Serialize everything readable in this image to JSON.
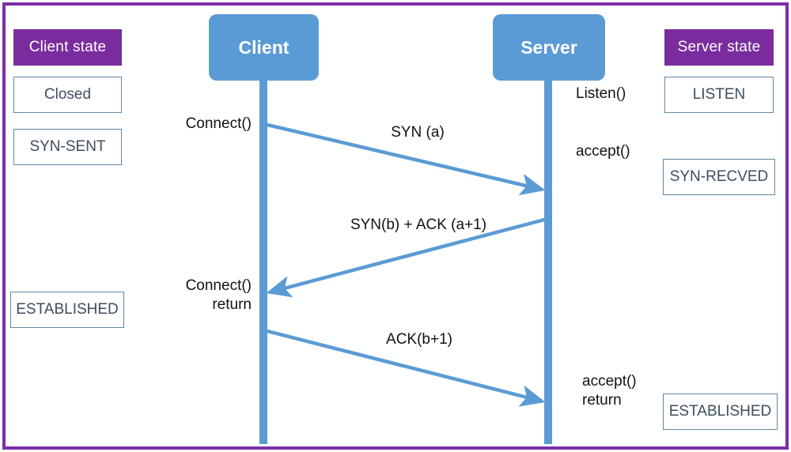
{
  "diagram": {
    "title": "TCP three-way handshake sequence diagram",
    "frame_color": "#7B2FA8",
    "accent_color": "#5B9BD5",
    "header_color": "#7A2C9E"
  },
  "client_column": {
    "header_label": "Client state",
    "states": [
      {
        "label": "Closed"
      },
      {
        "label": "SYN-SENT"
      },
      {
        "label": "ESTABLISHED"
      }
    ]
  },
  "server_column": {
    "header_label": "Server state",
    "states": [
      {
        "label": "LISTEN"
      },
      {
        "label": "SYN-RECVED"
      },
      {
        "label": "ESTABLISHED"
      }
    ]
  },
  "participants": {
    "client_label": "Client",
    "server_label": "Server"
  },
  "client_calls": [
    {
      "label": "Connect()"
    },
    {
      "label": "Connect()\nreturn"
    }
  ],
  "server_calls": [
    {
      "label": "Listen()"
    },
    {
      "label": "accept()"
    },
    {
      "label": "accept()\nreturn"
    }
  ],
  "messages": [
    {
      "label": "SYN (a)",
      "direction": "client-to-server"
    },
    {
      "label": "SYN(b) + ACK (a+1)",
      "direction": "server-to-client"
    },
    {
      "label": "ACK(b+1)",
      "direction": "client-to-server"
    }
  ]
}
